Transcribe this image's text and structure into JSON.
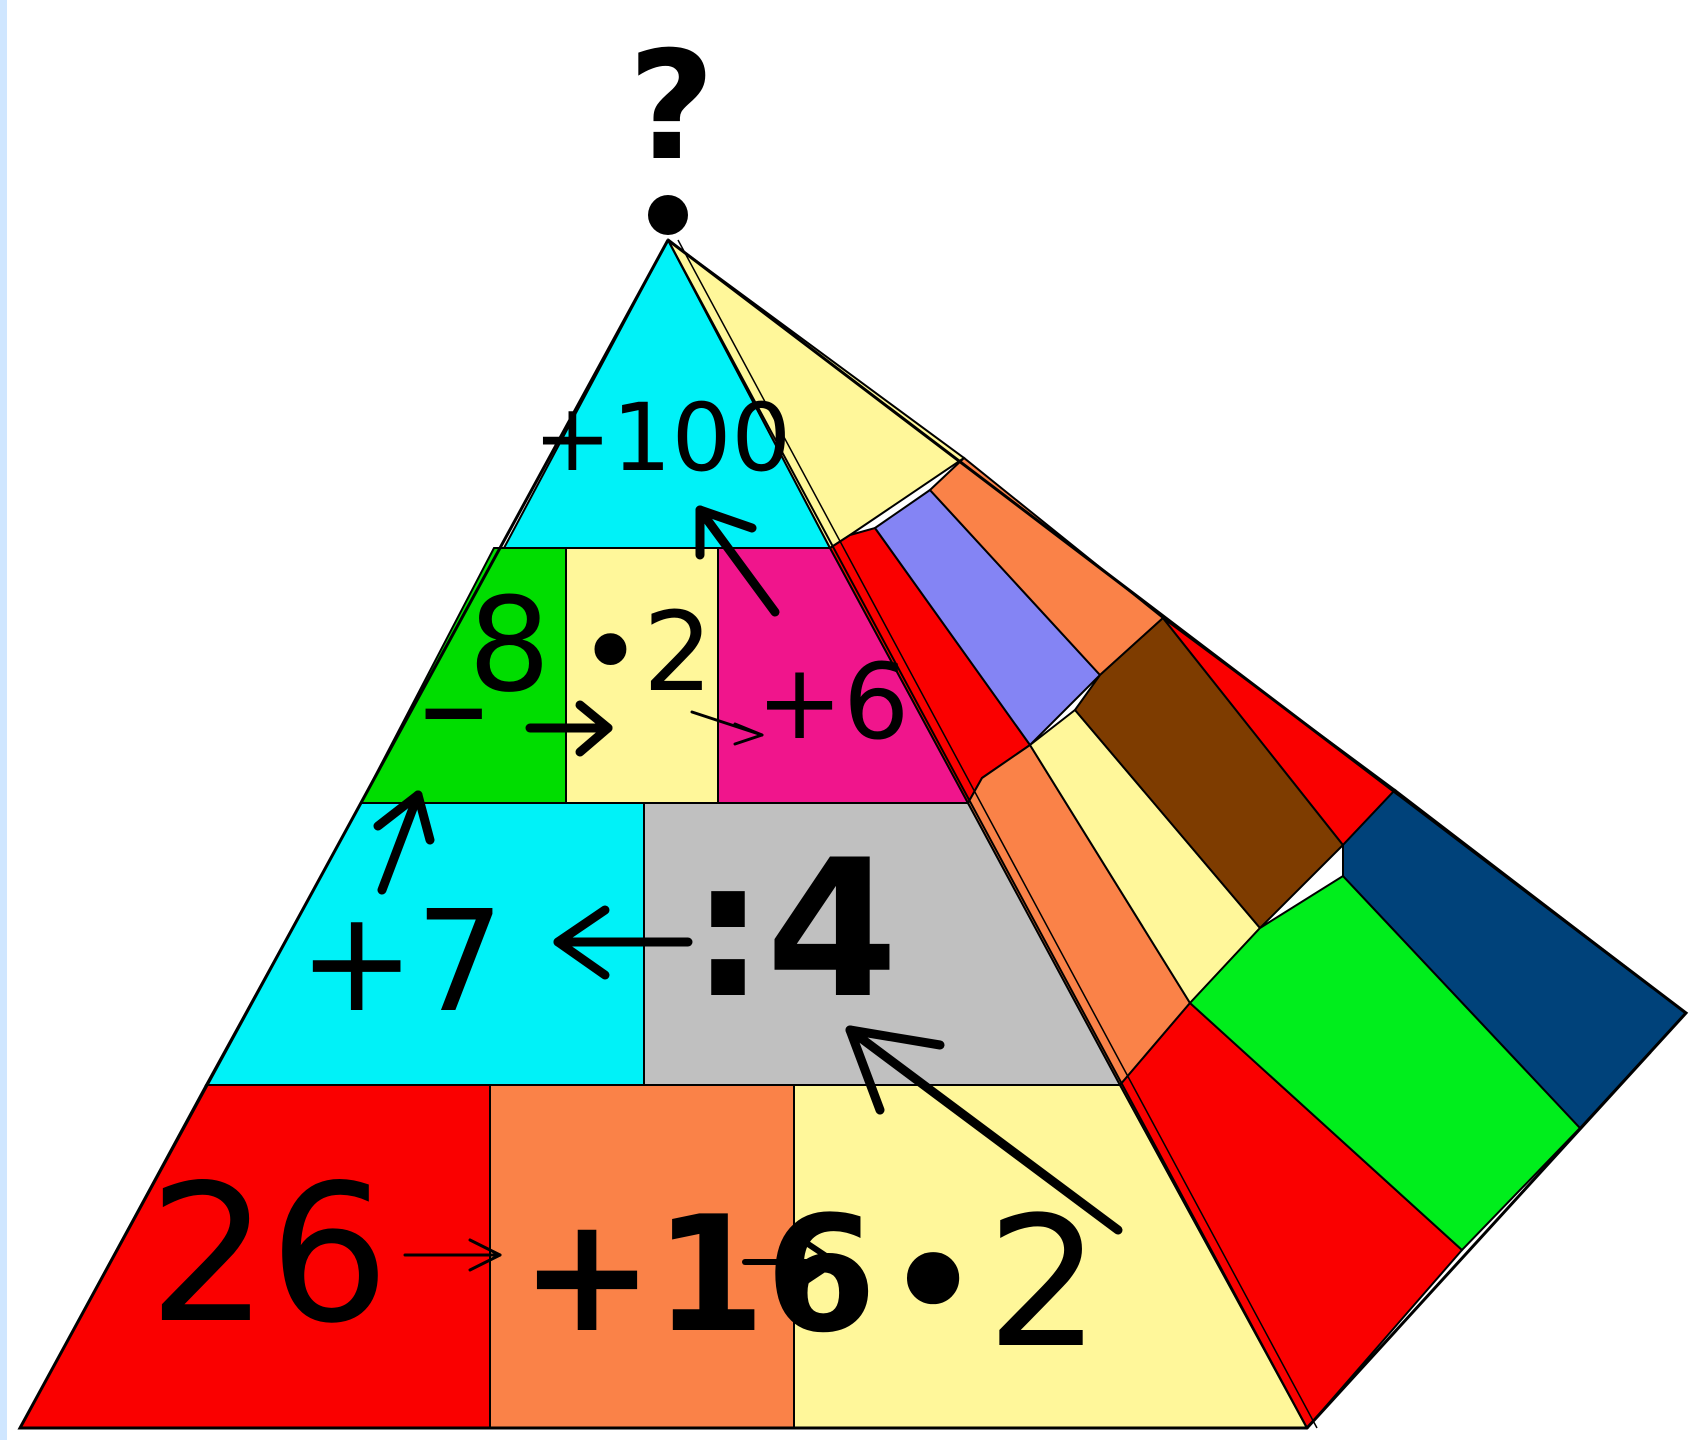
{
  "puzzle": {
    "top": "?",
    "tier1": {
      "op": "+100"
    },
    "tier2": {
      "start": "8",
      "minus": "−",
      "mul": "•2",
      "add": "+6"
    },
    "tier3": {
      "add": "+7",
      "div": ":4"
    },
    "tier4": {
      "start": "26",
      "add": "+16",
      "mul": "•2"
    }
  },
  "colors": {
    "cyan": "#00f2f8",
    "green": "#00dd00",
    "light_yellow": "#fff79a",
    "magenta": "#f0158c",
    "gray": "#c0c0c0",
    "red": "#fa0000",
    "orange": "#fa8248",
    "lavender": "#8484f4",
    "brown": "#7e3c00",
    "navy": "#00427a",
    "bright_green": "#00ee1c",
    "left_bar": "#cfe6ff"
  }
}
